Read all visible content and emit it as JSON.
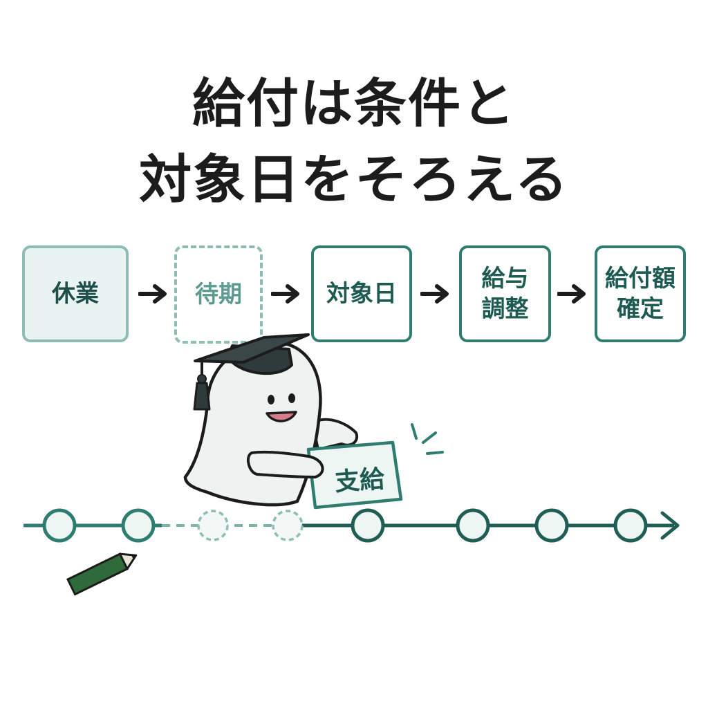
{
  "title": {
    "line1": "給付は条件と",
    "line2": "対象日をそろえる"
  },
  "steps": [
    {
      "label": "休業"
    },
    {
      "label": "待期"
    },
    {
      "label": "対象日"
    },
    {
      "label": "給与\n調整"
    },
    {
      "label": "給付額\n確定"
    }
  ],
  "card": {
    "label": "支給"
  },
  "colors": {
    "accent": "#2e7d70",
    "accent_light": "#8dbdb4",
    "fill_light": "#e9f3f1",
    "text": "#1c1c1c"
  },
  "icons": [
    "arrow-right-icon",
    "ghost-mascot-icon",
    "graduation-cap-icon",
    "pencil-icon",
    "sparkle-lines-icon"
  ]
}
